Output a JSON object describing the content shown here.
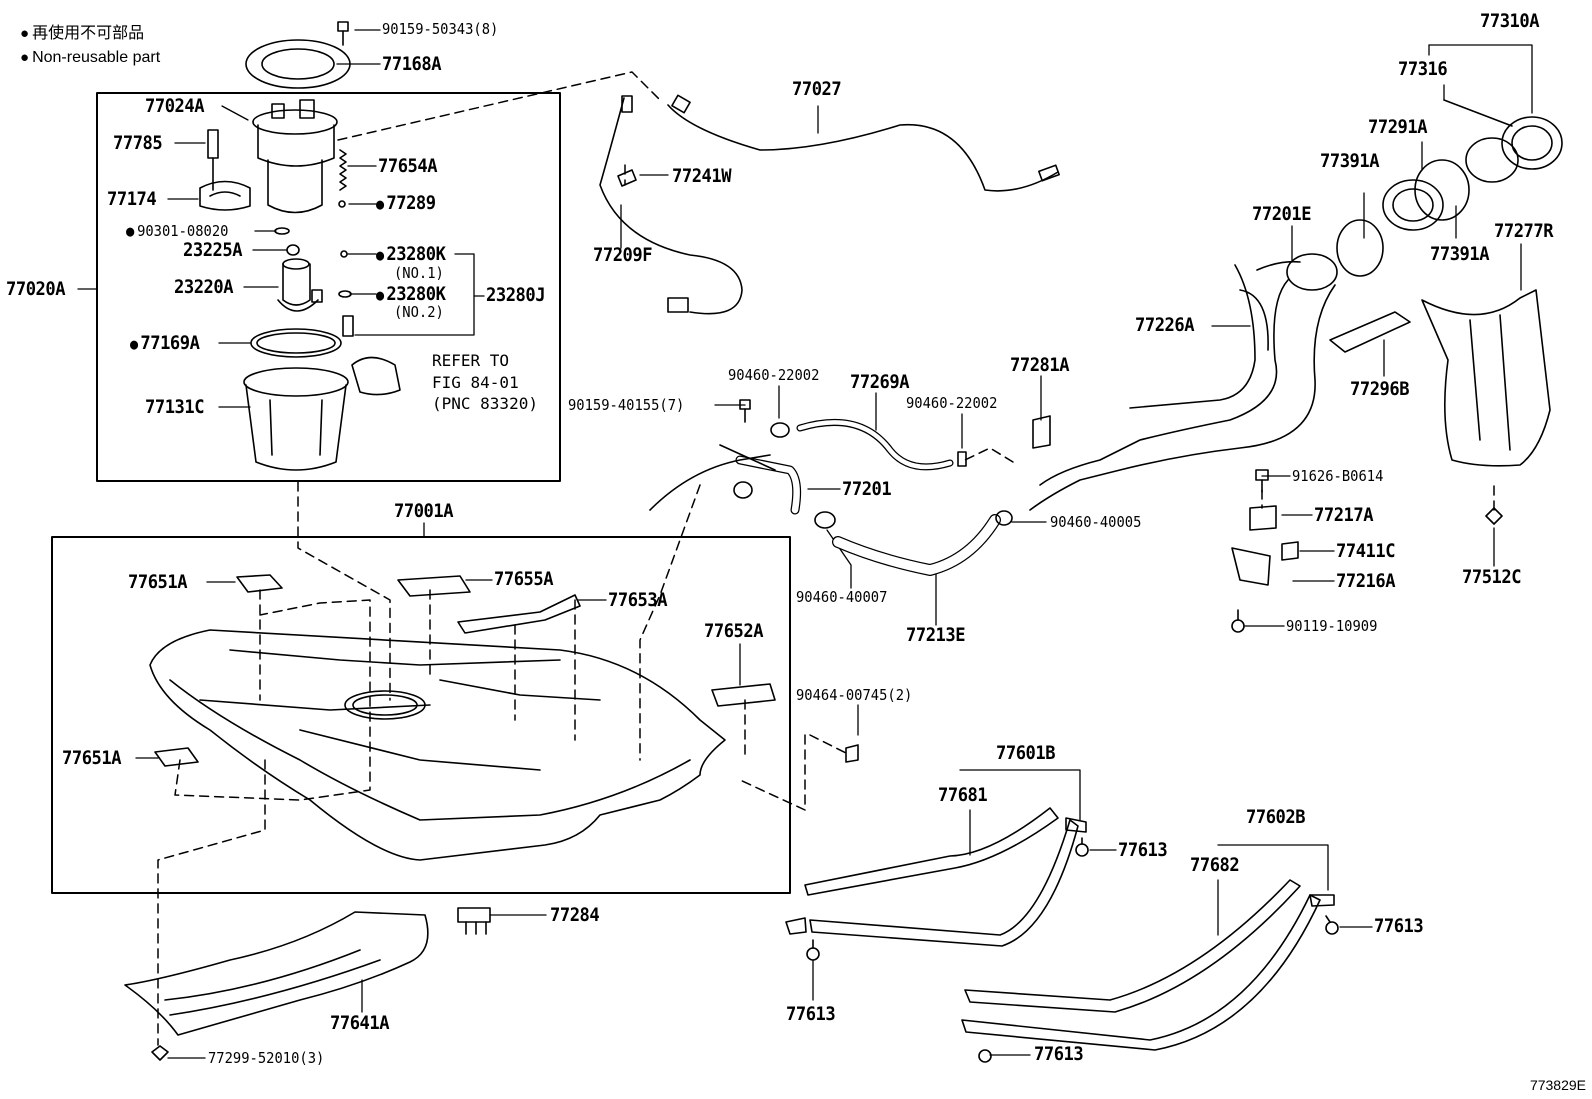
{
  "legend": {
    "ja": "再使用不可部品",
    "en": "Non-reusable part"
  },
  "labels": {
    "p9015950343": "90159-50343(8)",
    "p77168A": "77168A",
    "p77024A": "77024A",
    "p77785": "77785",
    "p77654A": "77654A",
    "p77174": "77174",
    "p77289": "77289",
    "p9030108020": "90301-08020",
    "p23225A": "23225A",
    "p23280K1": "23280K",
    "no1": "(NO.1)",
    "p23220A": "23220A",
    "p23280K2": "23280K",
    "no2": "(NO.2)",
    "p23280J": "23280J",
    "p77020A": "77020A",
    "p77169A": "77169A",
    "p77131C": "77131C",
    "refer": "REFER TO\nFIG 84-01\n(PNC 83320)",
    "p77027": "77027",
    "p77241W": "77241W",
    "p77209F": "77209F",
    "p77310A": "77310A",
    "p77316": "77316",
    "p77291A": "77291A",
    "p77391A1": "77391A",
    "p77201E": "77201E",
    "p77391A2": "77391A",
    "p77277R": "77277R",
    "p77226A": "77226A",
    "p77296B": "77296B",
    "p77281A": "77281A",
    "p9046022002a": "90460-22002",
    "p77269A": "77269A",
    "p9046022002b": "90460-22002",
    "p9015940155": "90159-40155(7)",
    "p77201": "77201",
    "p9046040005": "90460-40005",
    "p9046040007": "90460-40007",
    "p77213E": "77213E",
    "p91626B0614": "91626-B0614",
    "p77217A": "77217A",
    "p77411C": "77411C",
    "p77216A": "77216A",
    "p77512C": "77512C",
    "p9011910909": "90119-10909",
    "p77001A": "77001A",
    "p77651Aa": "77651A",
    "p77655A": "77655A",
    "p77653A": "77653A",
    "p77652A": "77652A",
    "p9046400745": "90464-00745(2)",
    "p77651Ab": "77651A",
    "p77601B": "77601B",
    "p77681": "77681",
    "p77613a": "77613",
    "p77602B": "77602B",
    "p77682": "77682",
    "p77613b": "77613",
    "p77284": "77284",
    "p77641A": "77641A",
    "p77613c": "77613",
    "p77613d": "77613",
    "p7729952010": "77299-52010(3)",
    "figcode": "773829E"
  }
}
